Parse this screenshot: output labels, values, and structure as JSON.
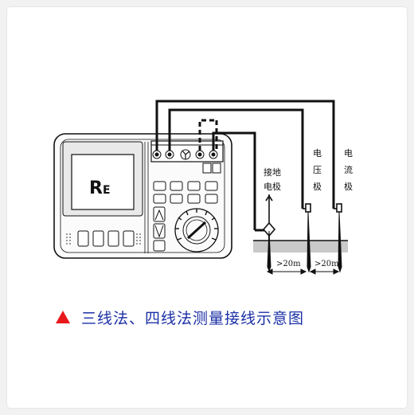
{
  "display": {
    "main": "R",
    "sub": "E"
  },
  "electrodes": [
    {
      "id": "earth",
      "chars": [
        "接地",
        "电极"
      ]
    },
    {
      "id": "voltage",
      "chars": [
        "电",
        "压",
        "极"
      ]
    },
    {
      "id": "current",
      "chars": [
        "电",
        "流",
        "极"
      ]
    }
  ],
  "distances": [
    ">20m",
    ">20m"
  ],
  "caption": {
    "text": "三线法、四线法测量接线示意图",
    "marker_color": "#e8191b",
    "text_color": "#1b2fa6"
  }
}
